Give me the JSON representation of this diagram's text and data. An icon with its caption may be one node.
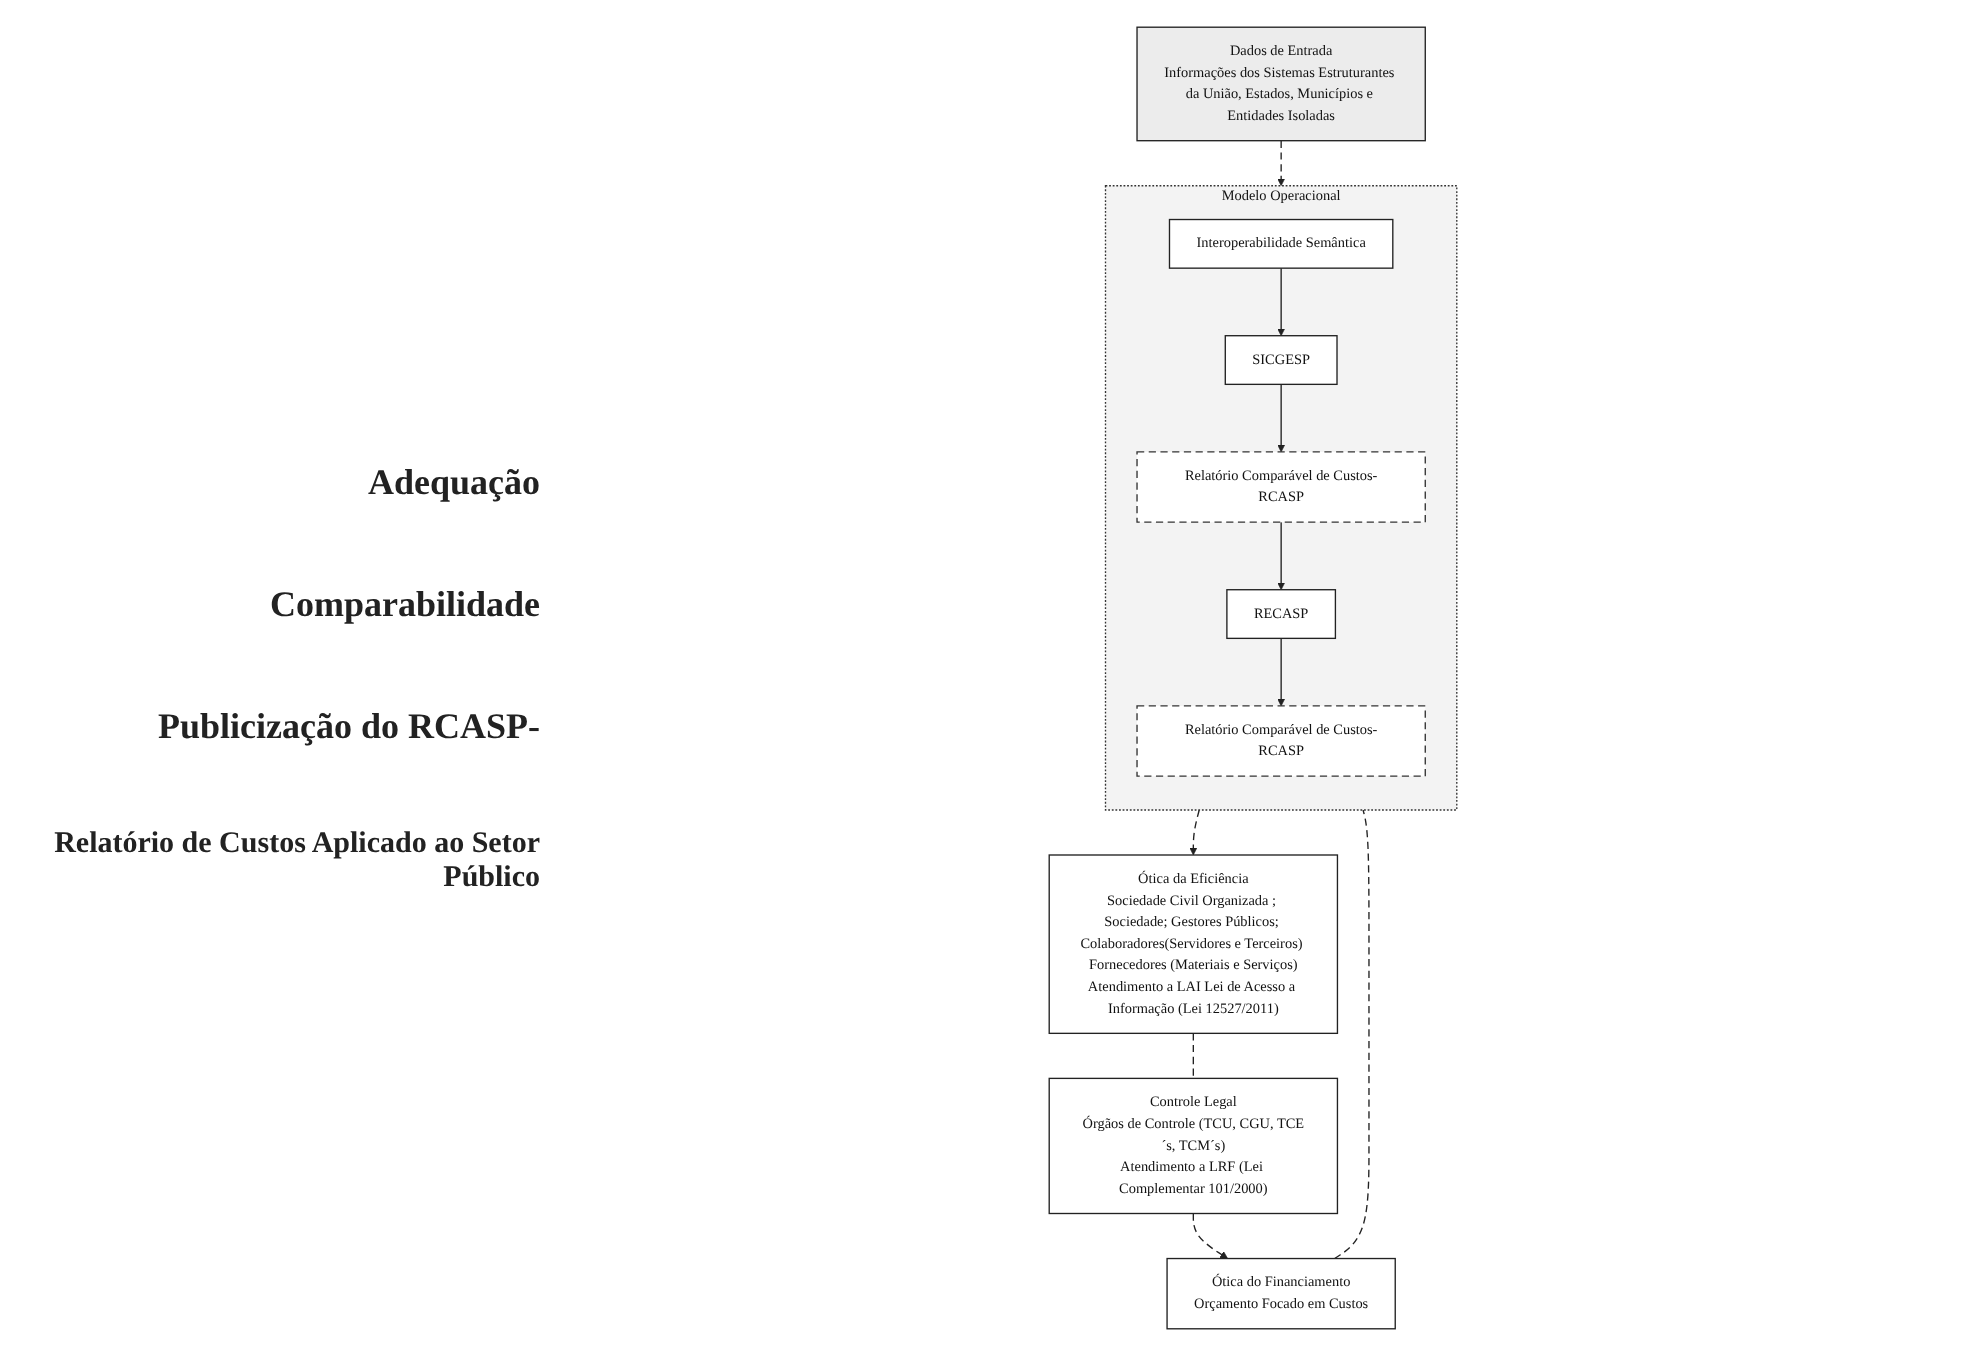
{
  "diagram": {
    "nodes": [
      {
        "text": [
          "Ótica do Financiamento",
          "Orçamento Focado em Custos"
        ]
      },
      {
        "text": [
          "Controle Legal",
          "Órgãos de Controle (TCU, CGU, TCE´s, TCM´s)",
          "Atendimento a LRF (Lei Complementar 101/2000)"
        ]
      },
      {
        "text": [
          "Ótica da Eficiência",
          "Sociedade Civil Organizada ; Sociedade; Gestores Públicos; Colaboradores(Servidores e Terceiros) Fornecedores (Materiais e Serviços)",
          "Atendimento a LAI Lei de Acesso a Informação (Lei 12527/2011)"
        ]
      },
      {
        "text": [
          "Dados de Entrada",
          "Informações dos Sistemas Estruturantes da União, Estados, Municípios e Entidades Isoladas"
        ]
      },
      {
        "text": [
          "Modelo Operacional"
        ]
      },
      {
        "text": [
          "Interoperabilidade Semântica"
        ],
        "in": 4
      },
      {
        "text": [
          "SICGESP"
        ],
        "in": 4
      },
      {
        "text": [
          "Relatório Comparável de Custos-RCASP"
        ],
        "in": 4
      },
      {
        "text": [
          "RECASP"
        ],
        "in": 4
      },
      {
        "text": [
          "Relatório Comparável de Custos-RCASP"
        ],
        "in": 4
      }
    ],
    "edges": [
      {
        "from": 3,
        "to": 4,
        "arrow": "to",
        "style": "dashed"
      },
      {
        "from": 5,
        "to": 6,
        "arrow": "to"
      },
      {
        "from": 6,
        "to": 7,
        "arrow": "to"
      },
      {
        "from": 7,
        "to": 8,
        "arrow": "to"
      },
      {
        "from": 8,
        "to": 9,
        "arrow": "to"
      },
      {
        "from": 0,
        "to": 4,
        "arrow": "none",
        "style": "dashed"
      },
      {
        "from": 4,
        "to": 2,
        "arrow": "to",
        "style": "dashed"
      },
      {
        "from": 2,
        "to": 1,
        "arrow": "none",
        "style": "dashed"
      },
      {
        "from": 1,
        "to": 0,
        "arrow": "to",
        "style": "dashed"
      }
    ],
    "labels": [
      "Adequação",
      "Comparabilidade",
      "Publicização do RCASP-",
      "Relatório de Custos Aplicado ao Setor Público"
    ]
  }
}
